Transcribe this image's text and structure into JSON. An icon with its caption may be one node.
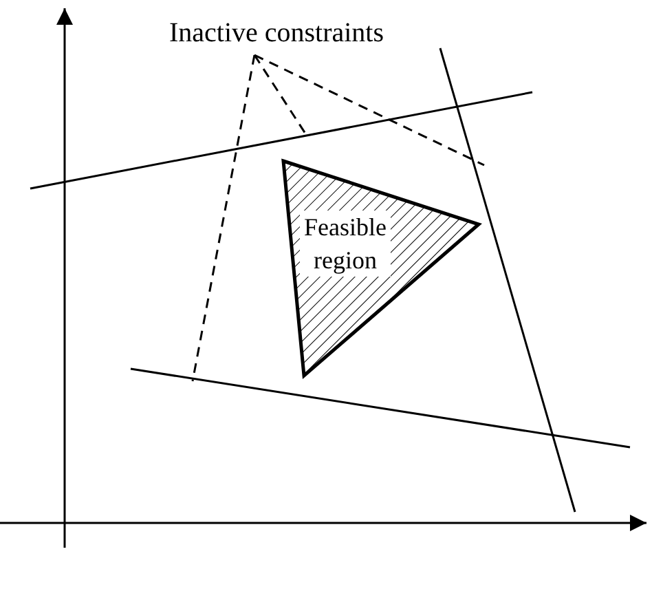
{
  "diagram": {
    "nodes": [
      {
        "text": [
          "Inactive constraints"
        ]
      },
      {
        "text": [
          "Feasible region"
        ]
      },
      {
        "text": [],
        "shape": "line"
      },
      {
        "text": [],
        "shape": "line"
      },
      {
        "text": [],
        "shape": "line"
      }
    ],
    "edges": [
      {
        "from": 0,
        "to": 4,
        "arrow": "none",
        "style": "dashed"
      },
      {
        "from": 0,
        "to": 2,
        "arrow": "none",
        "style": "dashed"
      },
      {
        "from": 0,
        "to": 3,
        "arrow": "none",
        "style": "dashed"
      }
    ]
  }
}
